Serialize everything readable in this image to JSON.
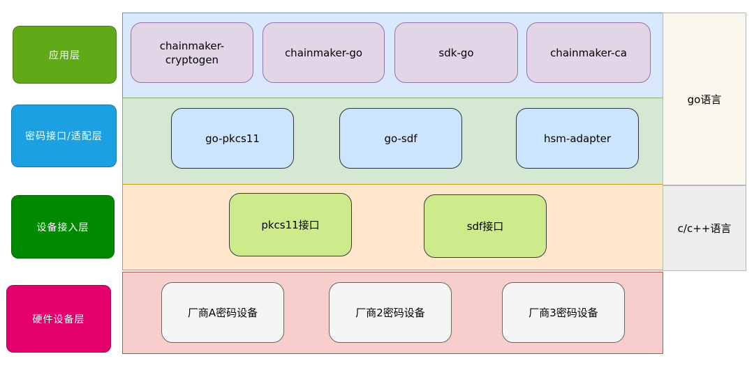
{
  "layers": {
    "application": "应用层",
    "crypto_interface": "密码接口/适配层",
    "device_access": "设备接入层",
    "hardware": "硬件设备层"
  },
  "application_components": {
    "cryptogen": "chainmaker-\ncryptogen",
    "go": "chainmaker-go",
    "sdk": "sdk-go",
    "ca": "chainmaker-ca"
  },
  "interface_components": {
    "pkcs11": "go-pkcs11",
    "sdf": "go-sdf",
    "hsm": "hsm-adapter"
  },
  "device_components": {
    "pkcs11": "pkcs11接口",
    "sdf": "sdf接口"
  },
  "hardware_components": {
    "vendor_a": "厂商A密码设备",
    "vendor_2": "厂商2密码设备",
    "vendor_3": "厂商3密码设备"
  },
  "languages": {
    "go": "go语言",
    "c": "c/c++语言"
  },
  "colors": {
    "application_label": "#60a917",
    "crypto_interface_label": "#1ba1e2",
    "device_access_label": "#008a00",
    "hardware_label": "#e6006e",
    "application_band": "#dae8fc",
    "interface_band": "#d5e8d4",
    "device_band": "#ffe6cc",
    "hardware_band": "#f8cecc",
    "application_box": "#e1d5e7",
    "interface_box": "#cce5ff",
    "device_box": "#cdeb8b",
    "hardware_box": "#f5f5f5",
    "go_lang": "#f9f7ed",
    "c_lang": "#eeeeee"
  }
}
